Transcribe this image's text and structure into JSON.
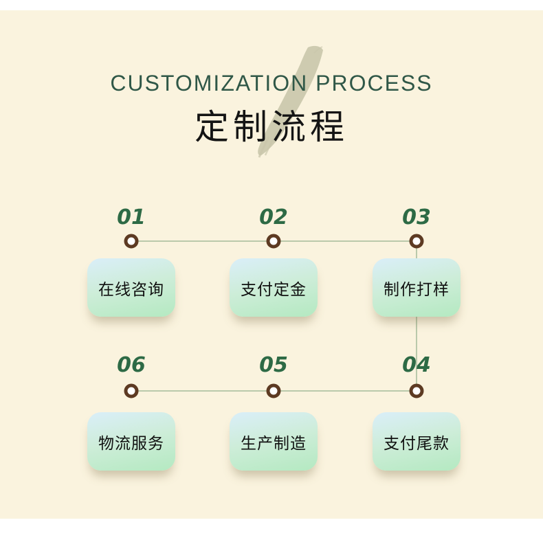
{
  "header": {
    "title_en": "CUSTOMIZATION PROCESS",
    "title_cn": "定制流程"
  },
  "steps": [
    {
      "number": "01",
      "label": "在线咨询"
    },
    {
      "number": "02",
      "label": "支付定金"
    },
    {
      "number": "03",
      "label": "制作打样"
    },
    {
      "number": "04",
      "label": "支付尾款"
    },
    {
      "number": "05",
      "label": "生产制造"
    },
    {
      "number": "06",
      "label": "物流服务"
    }
  ],
  "colors": {
    "background_cream": "#faf3de",
    "title_green": "#2f5747",
    "number_green": "#2d6a45",
    "node_ring_brown": "#5d3a22",
    "connector_sage": "#bac9ab",
    "card_gradient_top": "#daeef9",
    "card_gradient_bottom": "#b4e9c1",
    "brush_stroke_sage": "#c9c6ab"
  }
}
